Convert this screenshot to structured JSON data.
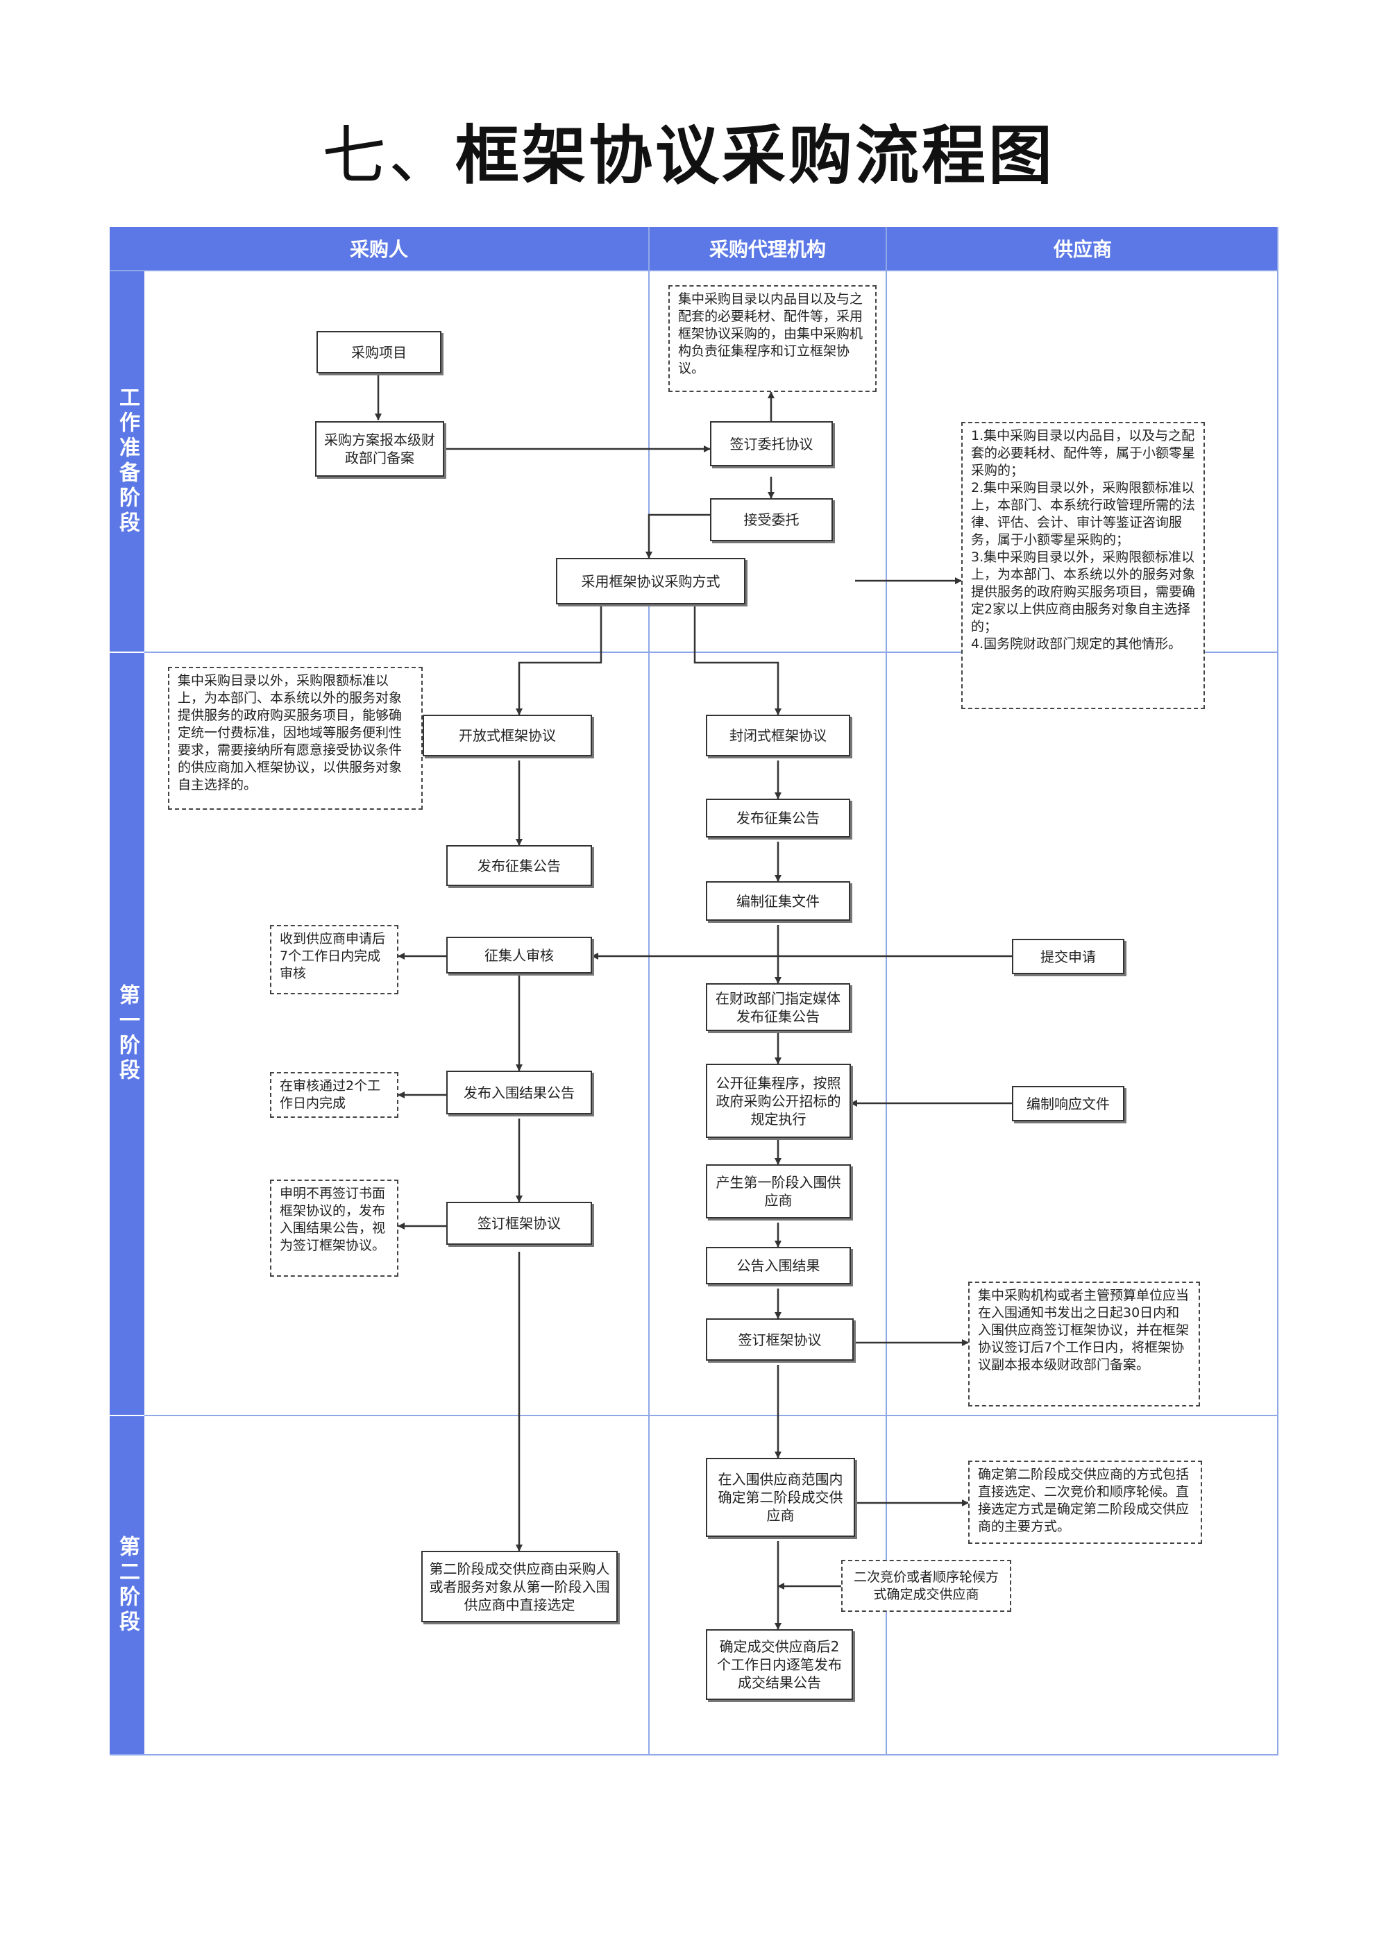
{
  "title": {
    "prefix": "七、",
    "main": "框架协议采购流程图"
  },
  "lanes": [
    "采购人",
    "采购代理机构",
    "供应商"
  ],
  "stages": [
    "工作准备阶段",
    "第一阶段",
    "第二阶段"
  ],
  "nodes": {
    "procurement_project": "采购项目",
    "plan_filing": "采购方案报本级财政部门备案",
    "sign_entrust": "签订委托协议",
    "accept_entrust": "接受委托",
    "adopt_framework": "采用框架协议采购方式",
    "open_framework": "开放式框架协议",
    "closed_framework": "封闭式框架协议",
    "publish_notice_left": "发布征集公告",
    "publish_notice_mid": "发布征集公告",
    "prepare_docs": "编制征集文件",
    "collector_review": "征集人审核",
    "submit_application": "提交申请",
    "media_publish": "在财政部门指定媒体发布征集公告",
    "publish_result_left": "发布入围结果公告",
    "public_procedure": "公开征集程序，按照政府采购公开招标的规定执行",
    "prepare_response": "编制响应文件",
    "first_stage_supplier": "产生第一阶段入围供应商",
    "sign_agreement_left": "签订框架协议",
    "announce_result": "公告入围结果",
    "sign_agreement_mid": "签订框架协议",
    "confirm_second_stage": "在入围供应商范围内确定第二阶段成交供应商",
    "second_stage_direct": "第二阶段成交供应商由采购人或者服务对象从第一阶段入围供应商中直接选定",
    "publish_deal": "确定成交供应商后2个工作日内逐笔发布成交结果公告"
  },
  "notes": {
    "central_catalog": "集中采购目录以内品目以及与之配套的必要耗材、配件等，采用框架协议采购的，由集中采购机构负责征集程序和订立框架协议。",
    "scope_list": "1.集中采购目录以内品目，以及与之配套的必要耗材、配件等，属于小额零星采购的；\n2.集中采购目录以外，采购限额标准以上，本部门、本系统行政管理所需的法律、评估、会计、审计等鉴证咨询服务，属于小额零星采购的；\n3.集中采购目录以外，采购限额标准以上，为本部门、本系统以外的服务对象提供服务的政府购买服务项目，需要确定2家以上供应商由服务对象自主选择的；\n4.国务院财政部门规定的其他情形。",
    "open_desc": "集中采购目录以外，采购限额标准以上，为本部门、本系统以外的服务对象提供服务的政府购买服务项目，能够确定统一付费标准，因地域等服务便利性要求，需要接纳所有愿意接受协议条件的供应商加入框架协议，以供服务对象自主选择的。",
    "review_7days": "收到供应商申请后7个工作日内完成审核",
    "review_2days": "在审核通过2个工作日内完成",
    "no_paper": "申明不再签订书面框架协议的，发布入围结果公告，视为签订框架协议。",
    "sign_30days": "集中采购机构或者主管预算单位应当在入围通知书发出之日起30日内和入围供应商签订框架协议，并在框架协议签订后7个工作日内，将框架协议副本报本级财政部门备案。",
    "second_methods": "确定第二阶段成交供应商的方式包括直接选定、二次竞价和顺序轮候。直接选定方式是确定第二阶段成交供应商的主要方式。",
    "bid_rotation": "二次竞价或者顺序轮候方式确定成交供应商"
  },
  "colors": {
    "header": "#5b78e6",
    "lane_line": "#8fa7e8",
    "line": "#333333"
  }
}
